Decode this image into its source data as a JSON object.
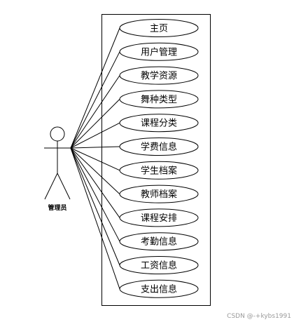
{
  "actor": {
    "label": "管理员"
  },
  "use_cases": [
    {
      "label": "主页"
    },
    {
      "label": "用户管理"
    },
    {
      "label": "教学资源"
    },
    {
      "label": "舞种类型"
    },
    {
      "label": "课程分类"
    },
    {
      "label": "学费信息"
    },
    {
      "label": "学生档案"
    },
    {
      "label": "教师档案"
    },
    {
      "label": "课程安排"
    },
    {
      "label": "考勤信息"
    },
    {
      "label": "工资信息"
    },
    {
      "label": "支出信息"
    }
  ],
  "watermark": "CSDN @-+kybs1991",
  "colors": {
    "stroke": "#000000",
    "fill": "#ffffff",
    "watermark": "#9a9a9a"
  }
}
